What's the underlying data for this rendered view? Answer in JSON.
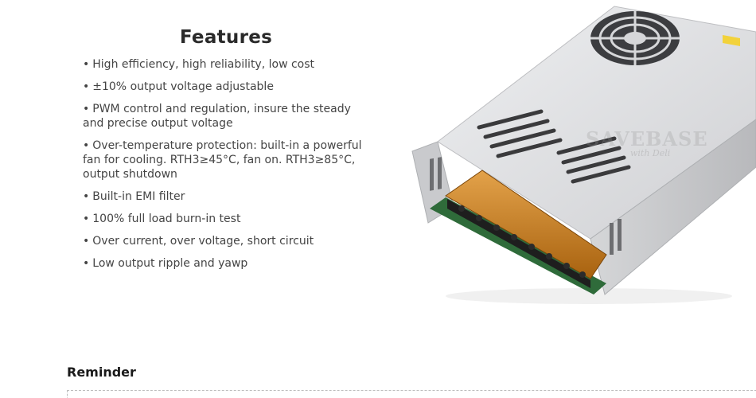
{
  "features": {
    "title": "Features",
    "bullet": "•",
    "items": [
      "High efficiency, high reliability, low cost",
      "±10% output voltage adjustable",
      "PWM control and regulation, insure the steady and precise output voltage",
      "Over-temperature protection: built-in a powerful fan for cooling. RTH3≥45°C, fan on. RTH3≥85°C, output shutdown",
      "Built-in EMI filter",
      "100% full load burn-in test",
      "Over current, over voltage, short circuit",
      "Low output ripple and yawp"
    ]
  },
  "product": {
    "watermark": "SAVEBASE",
    "watermark_sub": "with Deli"
  },
  "reminder": {
    "title": "Reminder"
  },
  "colors": {
    "casing": "#d9dadc",
    "terminal": "#c7801c",
    "pcb": "#2f6b3a"
  }
}
